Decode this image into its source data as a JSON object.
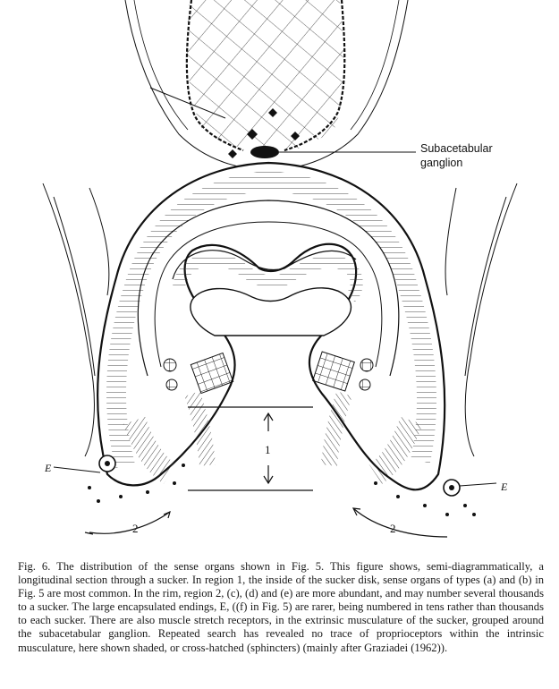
{
  "figure": {
    "labels": {
      "ganglion_line1": "Subacetabular",
      "ganglion_line2": "ganglion",
      "ending_left": "E",
      "ending_right": "E",
      "region_1": "1",
      "region_2_left": "2",
      "region_2_right": "2"
    }
  },
  "caption": {
    "text": "Fig. 6. The distribution of the sense organs shown in Fig. 5. This figure shows, semi-diagrammatically, a longitudinal section through a sucker. In region 1, the inside of the sucker disk, sense organs of types (a) and (b) in Fig. 5 are most common. In the rim, region 2, (c), (d) and (e) are more abundant, and may number several thousands to a sucker. The large encapsulated endings, E, ((f) in Fig. 5) are rarer, being numbered in tens rather than thousands to each sucker. There are also muscle stretch receptors, in the extrinsic musculature of the sucker, grouped around the subacetabular ganglion. Repeated search has revealed no trace of proprioceptors within the intrinsic musculature, here shown shaded, or cross-hatched (sphincters) (mainly after Graziadei (1962))."
  }
}
